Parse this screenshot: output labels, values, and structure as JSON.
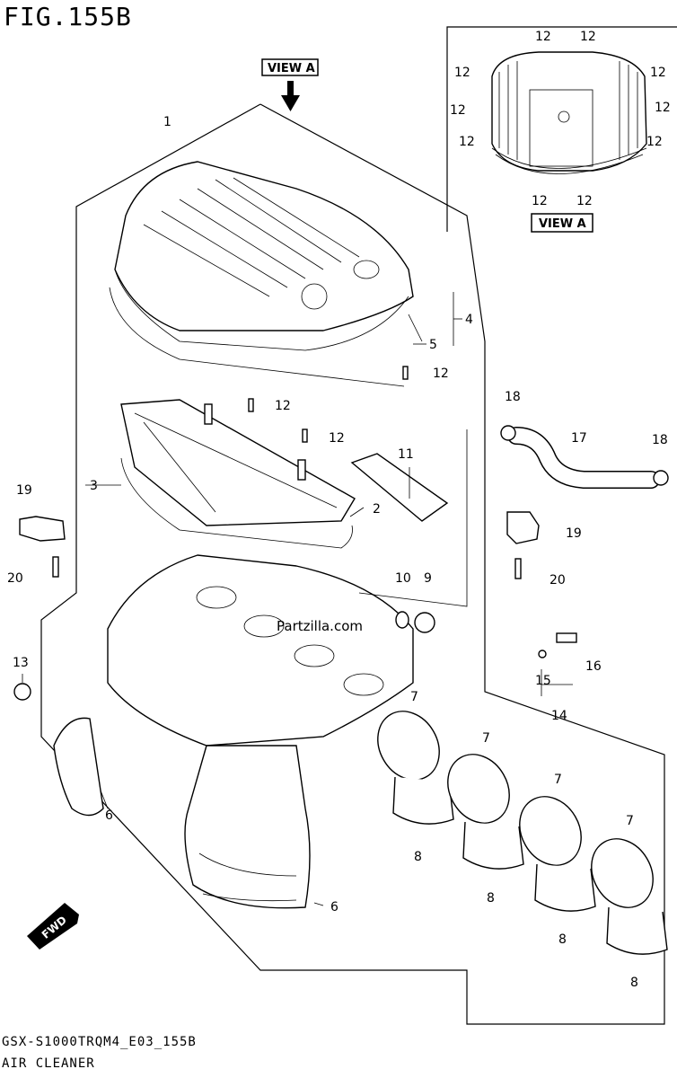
{
  "figure_title": "FIG.155B",
  "footer": {
    "code": "GSX-S1000TRQM4_E03_155B",
    "name": "AIR CLEANER"
  },
  "view_label": "VIEW A",
  "watermark": "Partzilla.com",
  "fwd_label": "FWD",
  "callouts": {
    "c1": "1",
    "c2": "2",
    "c3": "3",
    "c4": "4",
    "c5": "5",
    "c6a": "6",
    "c6b": "6",
    "c7a": "7",
    "c7b": "7",
    "c7c": "7",
    "c7d": "7",
    "c8a": "8",
    "c8b": "8",
    "c8c": "8",
    "c8d": "8",
    "c9": "9",
    "c10": "10",
    "c11": "11",
    "c12a": "12",
    "c12b": "12",
    "c12c": "12",
    "c13": "13",
    "c14": "14",
    "c15": "15",
    "c16": "16",
    "c17": "17",
    "c18a": "18",
    "c18b": "18",
    "c19a": "19",
    "c19b": "19",
    "c20a": "20",
    "c20b": "20"
  },
  "inset_callouts": [
    "12",
    "12",
    "12",
    "12",
    "12",
    "12",
    "12",
    "12",
    "12",
    "12"
  ]
}
